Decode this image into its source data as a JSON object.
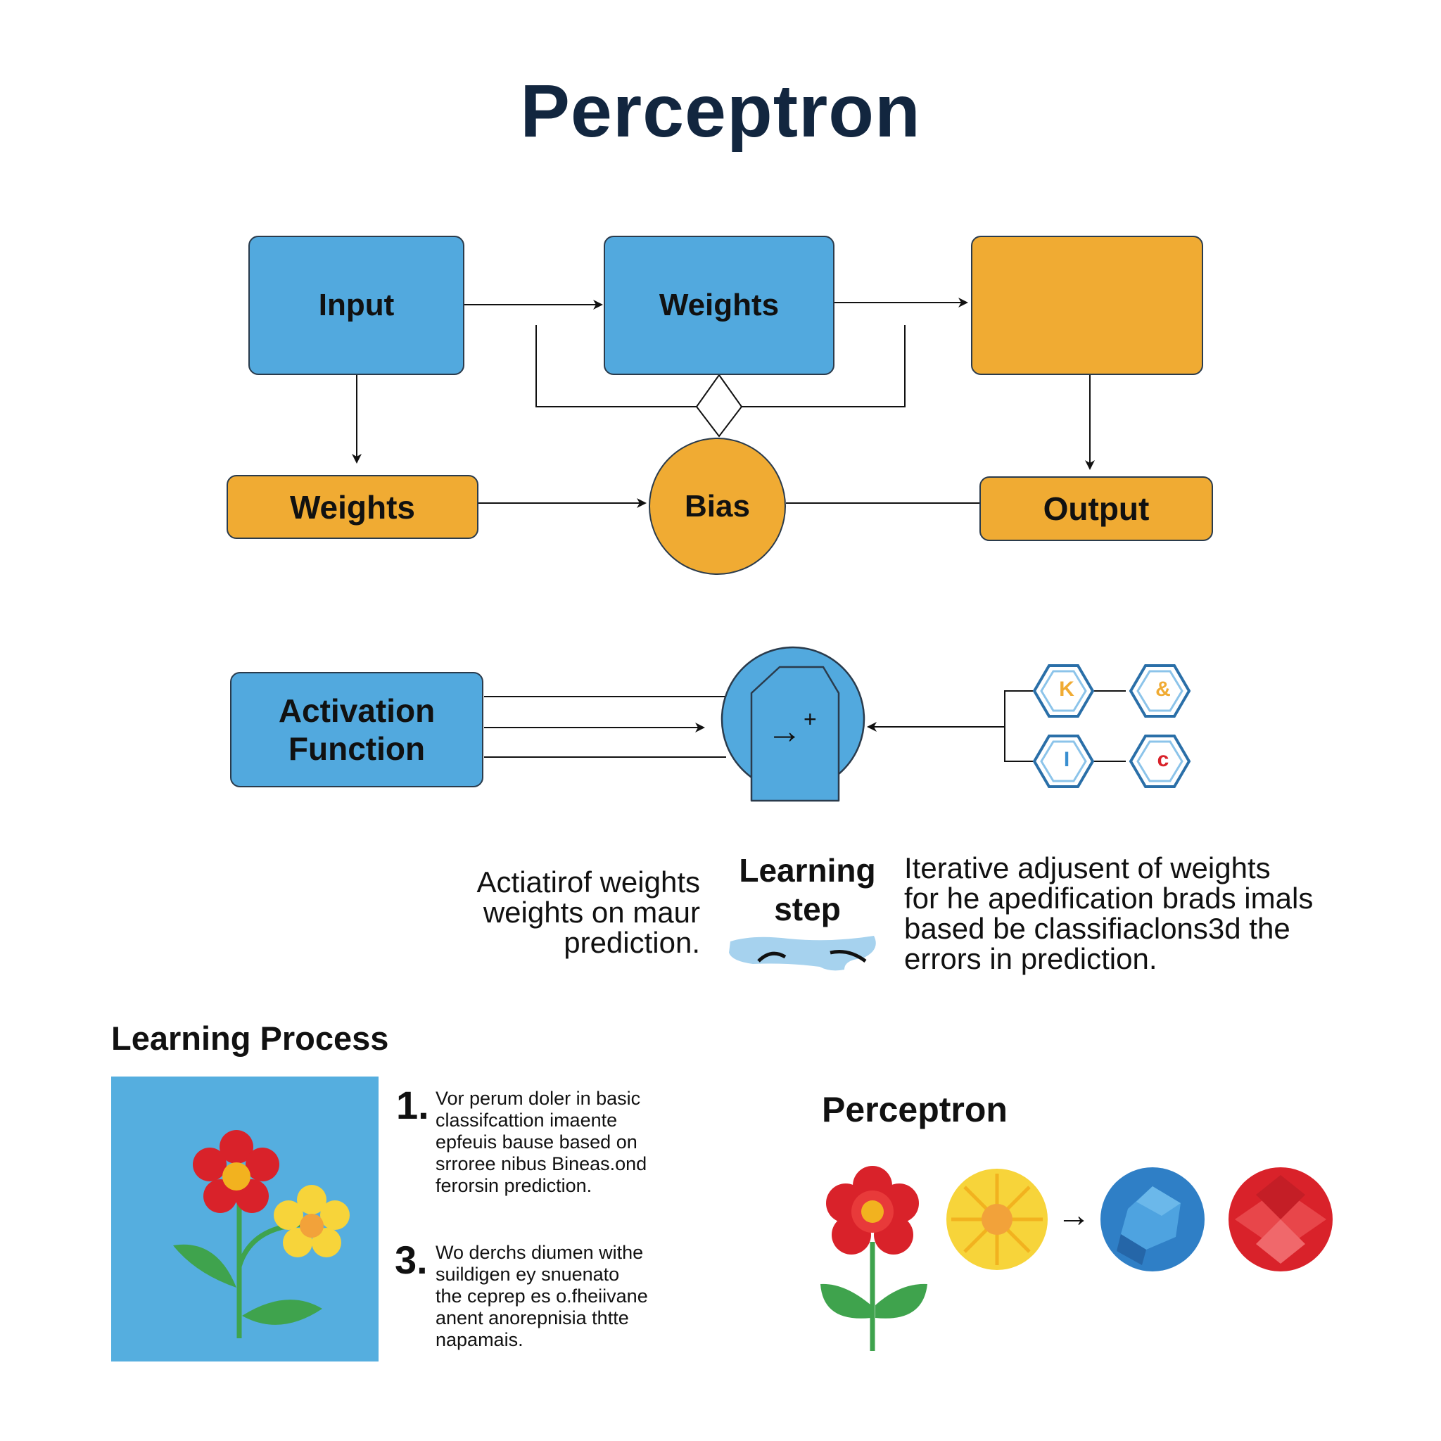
{
  "title": "Perceptron",
  "diagram": {
    "top_row": {
      "input": "Input",
      "weights": "Weights",
      "box3": ""
    },
    "middle_row": {
      "weights": "Weights",
      "bias": "Bias",
      "output": "Output"
    },
    "activation": {
      "label_line1": "Activation",
      "label_line2": "Function",
      "node_symbol": "→",
      "node_superscript": "+"
    },
    "hex_nodes": [
      "K",
      "&",
      "I",
      "c"
    ]
  },
  "captions": {
    "left": [
      "Actiatirof weights",
      "weights on maur",
      "prediction."
    ],
    "center_line1": "Learning",
    "center_line2": "step",
    "right": [
      "Iterative adjusent of weights",
      "for he apedification brads imals",
      "based be classifiaclons3d the",
      "errors in prediction."
    ]
  },
  "learning_process": {
    "heading": "Learning Process",
    "items": [
      {
        "number": "1.",
        "lines": [
          "Vor perum doler in basic",
          "classifcattion imaente",
          "epfeuis bause based on",
          "srroree nibus Bineas.ond",
          "ferorsin prediction."
        ]
      },
      {
        "number": "3.",
        "lines": [
          "Wo derchs diumen withe",
          "suildigen ey snuenato",
          "the ceprep es o.fheiivane",
          "anent anorepnisia thtte",
          "napamais."
        ]
      }
    ]
  },
  "perceptron_panel": {
    "heading": "Perceptron",
    "arrow": "→"
  },
  "colors": {
    "blue": "#52a9de",
    "orange": "#f0ab33",
    "title_navy": "#12263f",
    "flower_red": "#d9222a",
    "flower_yellow": "#f7d43a",
    "leaf_green": "#3fa34d"
  }
}
